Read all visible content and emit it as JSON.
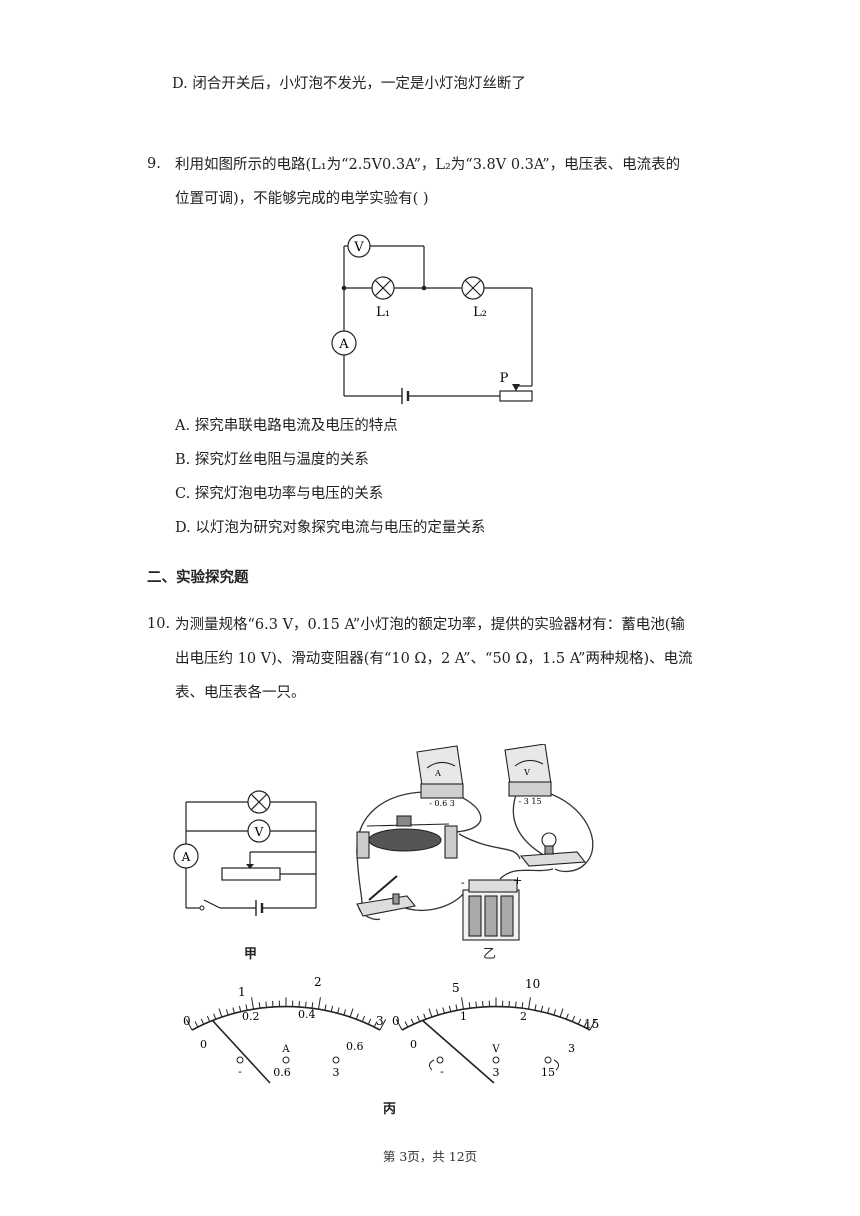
{
  "q8": {
    "option_d": "D.  闭合开关后，小灯泡不发光，一定是小灯泡灯丝断了"
  },
  "q9": {
    "number": "9.",
    "stem_line1": "利用如图所示的电路(L₁为“2.5V0.3A”，L₂为“3.8V 0.3A”，电压表、电流表的",
    "stem_line2": "位置可调)，不能够完成的电学实验有(    )",
    "figure": {
      "voltmeter": "V",
      "ammeter": "A",
      "lamp1": "L₁",
      "lamp2": "L₂",
      "slider": "P"
    },
    "options": [
      "A.  探究串联电路电流及电压的特点",
      "B.  探究灯丝电阻与温度的关系",
      "C.  探究灯泡电功率与电压的关系",
      "D.  以灯泡为研究对象探究电流与电压的定量关系"
    ]
  },
  "section2": {
    "title": "二、实验探究题"
  },
  "q10": {
    "number": "10.",
    "line1": "为测量规格“6.3 V，0.15 A”小灯泡的额定功率，提供的实验器材有：蓄电池(输",
    "line2": "出电压约 10 V)、滑动变阻器(有“10 Ω，2 A”、“50 Ω，1.5 A”两种规格)、电流",
    "line3": "表、电压表各一只。",
    "figure_labels": {
      "jia": "甲",
      "yi": "乙",
      "bing": "丙",
      "v_in_circuit": "V",
      "a_in_circuit": "A"
    },
    "apparatus_labels": {
      "ammeter_face": "A",
      "ammeter_terminals": "- 0.6 3",
      "voltmeter_face": "V",
      "voltmeter_terminals": "- 3 15",
      "battery_minus": "-",
      "battery_plus": "+"
    },
    "ammeter_dial": {
      "unit": "A",
      "top_ticks": [
        "0",
        "1",
        "2",
        "3"
      ],
      "bottom_ticks": [
        "0",
        "0.2",
        "0.4",
        "0.6"
      ],
      "terminals": [
        "-",
        "0.6",
        "3"
      ]
    },
    "voltmeter_dial": {
      "unit": "V",
      "top_ticks": [
        "0",
        "5",
        "10",
        "15"
      ],
      "bottom_ticks": [
        "0",
        "1",
        "2",
        "3"
      ],
      "terminals": [
        "-",
        "3",
        "15"
      ]
    }
  },
  "footer": {
    "page": "第 3页，共 12页"
  }
}
